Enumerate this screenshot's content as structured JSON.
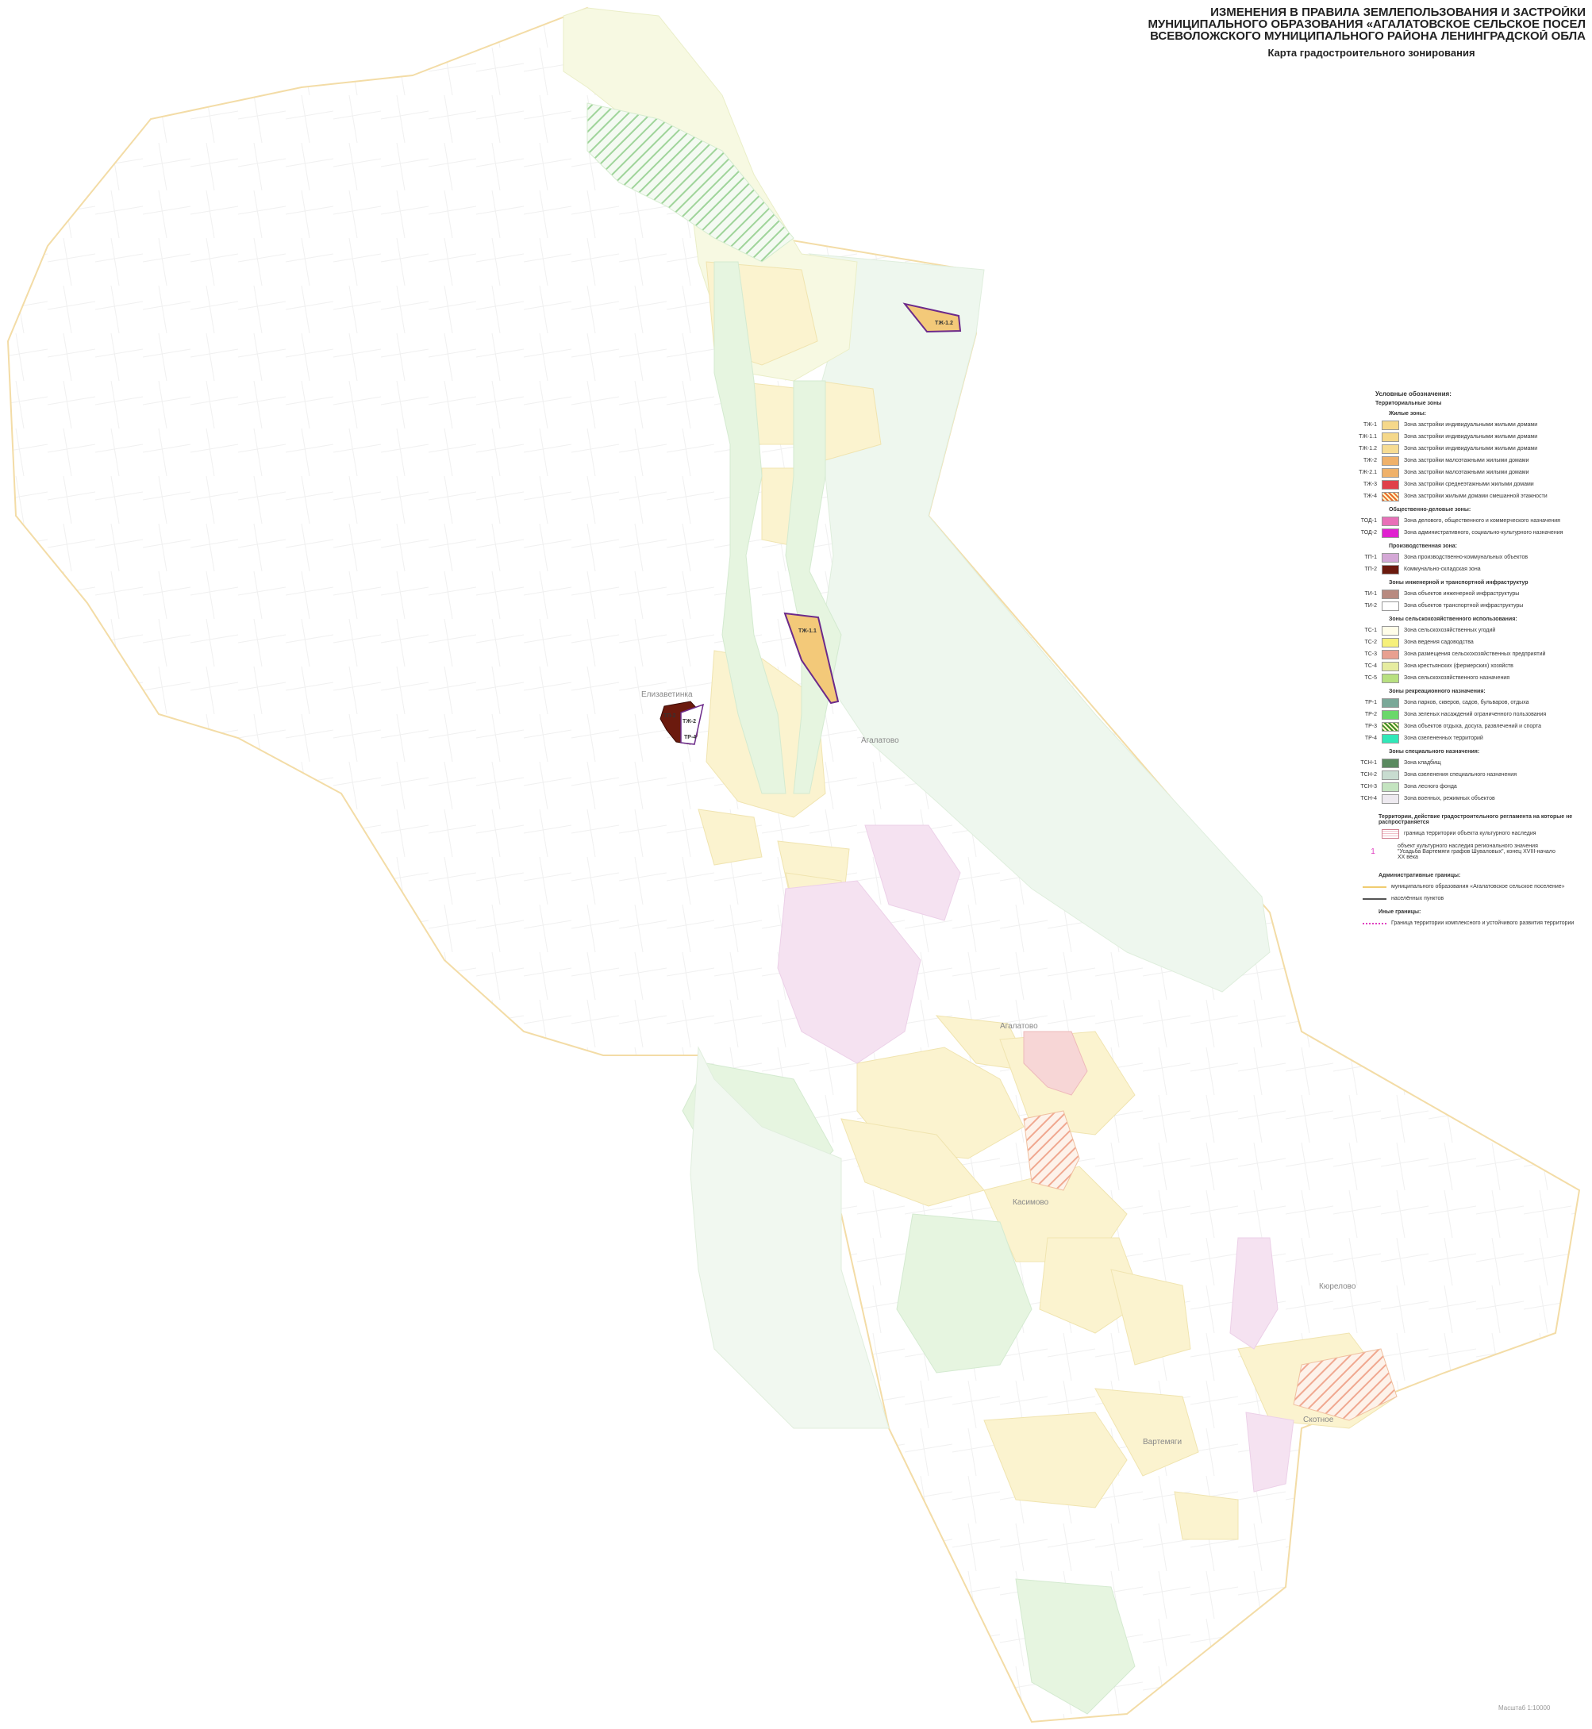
{
  "title": {
    "line1": "ИЗМЕНЕНИЯ В ПРАВИЛА ЗЕМЛЕПОЛЬЗОВАНИЯ И ЗАСТРОЙКИ",
    "line2": "МУНИЦИПАЛЬНОГО ОБРАЗОВАНИЯ «АГАЛАТОВСКОЕ СЕЛЬСКОЕ ПОСЕЛ",
    "line3": "ВСЕВОЛОЖСКОГО МУНИЦИПАЛЬНОГО РАЙОНА ЛЕНИНГРАДСКОЙ ОБЛА",
    "subtitle": "Карта градостроительного зонирования"
  },
  "map_labels": {
    "zone_a": "ТЖ-1.2",
    "zone_b": "ТЖ-1.1",
    "zone_c": "ТЖ-2",
    "zone_d": "ТР-4",
    "zone_e": "ТП-2",
    "place_1": "Елизаветинка",
    "place_2": "Агалатово",
    "place_3": "Агалатово",
    "place_4": "Касимово",
    "place_5": "Кюрелово",
    "place_6": "Скотное",
    "place_7": "Вартемяги"
  },
  "legend": {
    "header": "Условные обозначения:",
    "subheader": "Территориальные зоны",
    "groups": [
      {
        "title": "Жилые зоны:",
        "items": [
          {
            "code": "ТЖ-1",
            "text": "Зона застройки индивидуальными жилыми домами",
            "color": "#f5d88a"
          },
          {
            "code": "ТЖ-1.1",
            "text": "Зона застройки индивидуальными жилыми домами",
            "color": "#f5d88a"
          },
          {
            "code": "ТЖ-1.2",
            "text": "Зона застройки индивидуальными жилыми домами",
            "color": "#f7dc92"
          },
          {
            "code": "ТЖ-2",
            "text": "Зона застройки малоэтажными жилыми домами",
            "color": "#efb16a"
          },
          {
            "code": "ТЖ-2.1",
            "text": "Зона застройки малоэтажными жилыми домами",
            "color": "#efb16a"
          },
          {
            "code": "ТЖ-3",
            "text": "Зона застройки среднеэтажными жилыми домами",
            "color": "#e0404a"
          },
          {
            "code": "ТЖ-4",
            "text": "Зона застройки жилыми домами смешанной этажности",
            "color": "#e86a2a",
            "hatch": true
          }
        ]
      },
      {
        "title": "Общественно-деловые зоны:",
        "items": [
          {
            "code": "ТОД-1",
            "text": "Зона делового, общественного и коммерческого назначения",
            "color": "#e870b8"
          },
          {
            "code": "ТОД-2",
            "text": "Зона административного, социально-культурного назначения",
            "color": "#e020d0"
          }
        ]
      },
      {
        "title": "Производственная зона:",
        "items": [
          {
            "code": "ТП-1",
            "text": "Зона производственно-коммунальных объектов",
            "color": "#d4a8d6"
          },
          {
            "code": "ТП-2",
            "text": "Коммунально-складская зона",
            "color": "#6b1a0e"
          }
        ]
      },
      {
        "title": "Зоны инженерной и транспортной инфраструктур",
        "items": [
          {
            "code": "ТИ-1",
            "text": "Зона объектов инженерной инфраструктуры",
            "color": "#b88a80"
          },
          {
            "code": "ТИ-2",
            "text": "Зона объектов транспортной инфраструктуры",
            "color": "#ffffff"
          }
        ]
      },
      {
        "title": "Зоны сельскохозяйственного использования:",
        "items": [
          {
            "code": "ТС-1",
            "text": "Зона сельскохозяйственных угодий",
            "color": "#fffde8"
          },
          {
            "code": "ТС-2",
            "text": "Зона ведения садоводства",
            "color": "#f6f07a"
          },
          {
            "code": "ТС-3",
            "text": "Зона размещения сельскохозяйственных предприятий",
            "color": "#e8a090"
          },
          {
            "code": "ТС-4",
            "text": "Зона крестьянских (фермерских) хозяйств",
            "color": "#e6eca0"
          },
          {
            "code": "ТС-5",
            "text": "Зона сельскохозяйственного назначения",
            "color": "#b8e080"
          }
        ]
      },
      {
        "title": "Зоны рекреационного назначения:",
        "items": [
          {
            "code": "ТР-1",
            "text": "Зона парков, скверов, садов, бульваров, отдыха",
            "color": "#7aa898"
          },
          {
            "code": "ТР-2",
            "text": "Зона зеленых насаждений ограниченного пользования",
            "color": "#6ad86a"
          },
          {
            "code": "ТР-3",
            "text": "Зона объектов отдыха, досуга, развлечений и спорта",
            "color": "#3a8a20",
            "hatch": true
          },
          {
            "code": "ТР-4",
            "text": "Зона озелененных территорий",
            "color": "#30e8b8"
          }
        ]
      },
      {
        "title": "Зоны специального назначения:",
        "items": [
          {
            "code": "ТСН-1",
            "text": "Зона кладбищ",
            "color": "#5a8a60"
          },
          {
            "code": "ТСН-2",
            "text": "Зона озеленения специального назначения",
            "color": "#c8dcd0"
          },
          {
            "code": "ТСН-3",
            "text": "Зона лесного фонда",
            "color": "#c4e4c0"
          },
          {
            "code": "ТСН-4",
            "text": "Зона военных, режимных объектов",
            "color": "#eeeaf0"
          }
        ]
      }
    ],
    "other_title_1": "Территории, действие градостроительного регламента на которые не распространяется",
    "heritage_boundary": "граница территории объекта культурного наследия",
    "heritage_marker": "1",
    "heritage_object": "объект культурного наследия регионального значения \"Усадьба Вартемяги графов Шуваловых\", конец XVIII-начало XX века",
    "admin_title": "Административные границы:",
    "admin_mo": "муниципального образования «Агалатовское сельское поселение»",
    "admin_np": "населённых пунктов",
    "other_title_2": "Иные границы:",
    "other_kur": "Граница территории комплексного и устойчивого развития территории",
    "colors": {
      "mo_boundary": "#f0cc70",
      "np_boundary": "#555555",
      "kur_boundary": "#e040c0"
    }
  },
  "scale": "Масштаб 1:10000"
}
